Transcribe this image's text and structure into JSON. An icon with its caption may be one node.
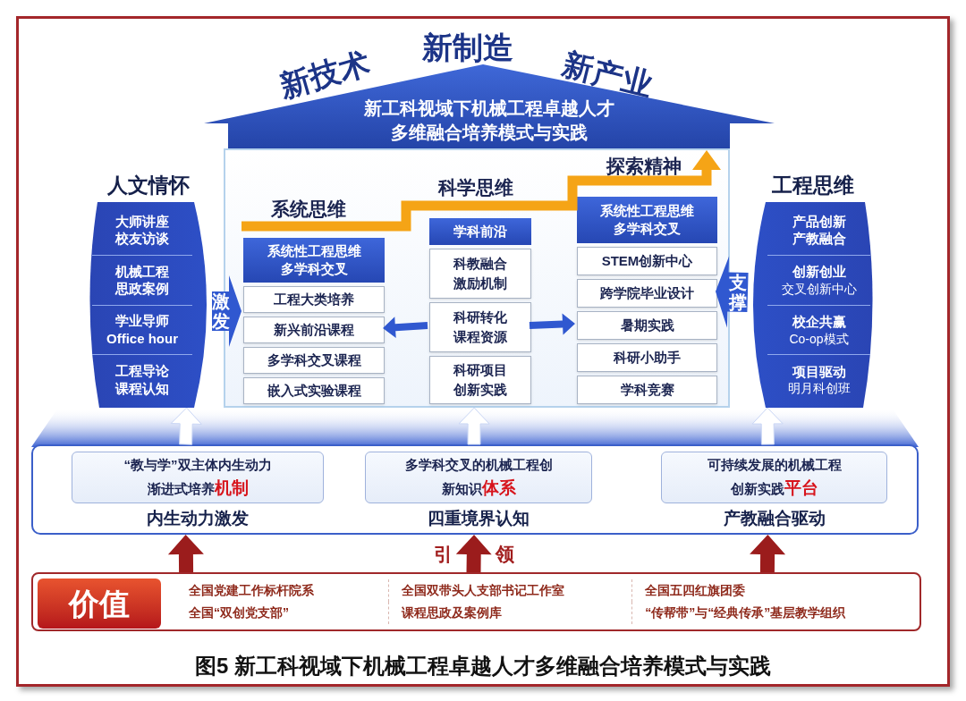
{
  "diagram": {
    "caption": "图5 新工科视域下机械工程卓越人才多维融合培养模式与实践",
    "nodes": [
      {
        "text": [
          "新工科视域下机械工程卓越人才多维融合培养模式与实践"
        ]
      },
      {
        "text": [
          "人文情怀",
          "大师讲座校友访谈",
          "机械工程思政案例",
          "学业导师 Office hour",
          "工程导论课程认知"
        ]
      },
      {
        "text": [],
        "shape": "box"
      },
      {
        "text": [
          "系统性工程思维多学科交叉"
        ],
        "in": 2
      },
      {
        "text": [
          "工程大类培养"
        ],
        "in": 2
      },
      {
        "text": [
          "新兴前沿课程"
        ],
        "in": 2
      },
      {
        "text": [
          "多学科交叉课程"
        ],
        "in": 2
      },
      {
        "text": [
          "嵌入式实验课程"
        ],
        "in": 2
      },
      {
        "text": [
          "学科前沿"
        ],
        "in": 2
      },
      {
        "text": [
          "科教融合激励机制"
        ],
        "in": 2
      },
      {
        "text": [
          "科研转化课程资源"
        ],
        "in": 2
      },
      {
        "text": [
          "科研项目创新实践"
        ],
        "in": 2
      },
      {
        "text": [
          "系统性工程思维多学科交叉"
        ],
        "in": 2
      },
      {
        "text": [
          "STEM创新中心"
        ],
        "in": 2
      },
      {
        "text": [
          "跨学院毕业设计"
        ],
        "in": 2
      },
      {
        "text": [
          "暑期实践"
        ],
        "in": 2
      },
      {
        "text": [
          "科研小助手"
        ],
        "in": 2
      },
      {
        "text": [
          "学科竞赛"
        ],
        "in": 2
      },
      {
        "text": [
          "工程思维",
          "产品创新产教融合",
          "创新创业",
          "交叉创新中心",
          "校企共赢",
          "Co-op模式",
          "项目驱动",
          "明月科创班"
        ]
      },
      {
        "text": [],
        "shape": "box"
      },
      {
        "text": [
          "“教与学”双主体内生动力渐进式培养**机制**"
        ],
        "beside": [
          "内生动力激发"
        ],
        "in": 19
      },
      {
        "text": [
          "多学科交叉的机械工程创新知识**体系**"
        ],
        "beside": [
          "四重境界认知"
        ],
        "in": 19
      },
      {
        "text": [
          "可持续发展的机械工程创新实践**平台**"
        ],
        "beside": [
          "产教融合驱动"
        ],
        "in": 19
      },
      {
        "text": [
          "全国党建工作标杆院系",
          "全国双带头人支部书记工作室",
          "全国五四红旗团委",
          "全国“双创党支部”",
          "课程思政及案例库",
          "“传帮带”与“经典传承”基层教学组织"
        ]
      },
      {
        "text": [
          "价值"
        ],
        "in": 23
      }
    ],
    "edges": [
      {
        "from": 1,
        "to": 4,
        "arrow": "to",
        "label": "激发",
        "style": "thick"
      },
      {
        "from": 18,
        "to": 14,
        "arrow": "to",
        "label": "支撑",
        "style": "thick"
      },
      {
        "from": 10,
        "to": 5,
        "arrow": "to"
      },
      {
        "from": 10,
        "to": 15,
        "arrow": "to"
      },
      {
        "from": 19,
        "to": 1,
        "arrow": "to",
        "color": "#ffffff"
      },
      {
        "from": 19,
        "to": 2,
        "arrow": "to",
        "color": "#ffffff"
      },
      {
        "from": 19,
        "to": 18,
        "arrow": "to",
        "color": "#ffffff"
      },
      {
        "from": 23,
        "to": 19,
        "arrow": "to",
        "color": "#9b1c1c"
      },
      {
        "from": 23,
        "to": 19,
        "arrow": "to",
        "color": "#9b1c1c",
        "label": "引领"
      },
      {
        "from": 23,
        "to": 19,
        "arrow": "to",
        "color": "#9b1c1c"
      }
    ],
    "labels": [
      "新技术",
      "新制造",
      "新产业",
      "系统思维",
      "科学思维",
      "探索精神"
    ]
  }
}
